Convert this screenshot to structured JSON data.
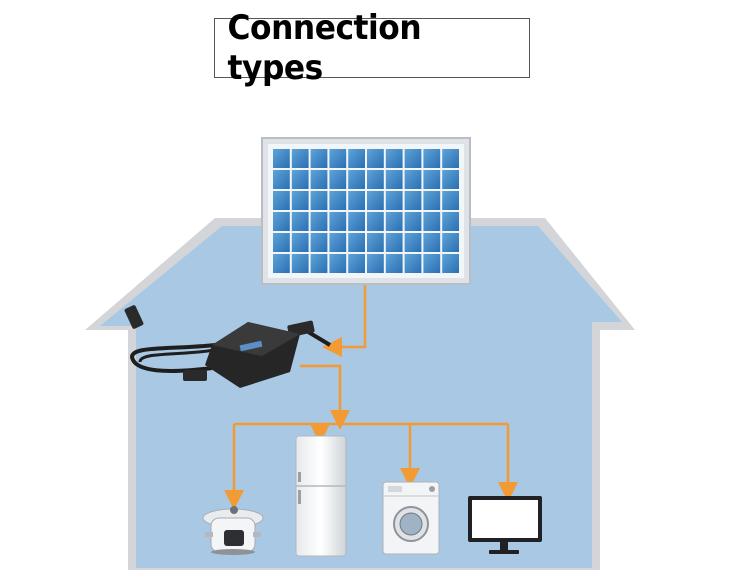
{
  "title": "Connection types",
  "colors": {
    "house_fill": "#a9c8e4",
    "house_border": "#d3d5d9",
    "wire": "#f29a33",
    "panel_cell": "#3c86c6",
    "inverter": "#2b2b2b"
  },
  "diagram": {
    "nodes": [
      "solar-panel",
      "micro-inverter",
      "rice-cooker",
      "refrigerator",
      "washing-machine",
      "monitor"
    ],
    "edges": [
      [
        "solar-panel",
        "micro-inverter"
      ],
      [
        "micro-inverter",
        "rice-cooker"
      ],
      [
        "micro-inverter",
        "refrigerator"
      ],
      [
        "micro-inverter",
        "washing-machine"
      ],
      [
        "micro-inverter",
        "monitor"
      ]
    ]
  }
}
